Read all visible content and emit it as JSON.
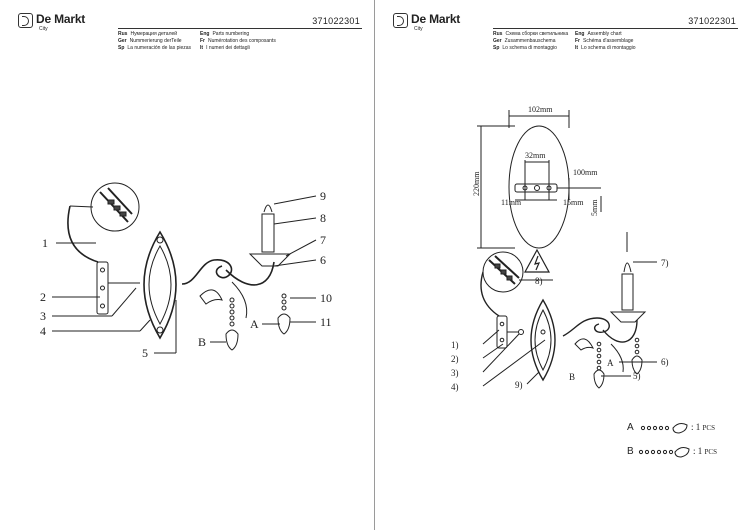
{
  "brand": {
    "name": "De Markt",
    "sub": "City"
  },
  "article": "371022301",
  "left_header": [
    {
      "code": "Rus",
      "text": "Нумерация деталей"
    },
    {
      "code": "Ger",
      "text": "Nummerierung derTeile"
    },
    {
      "code": "Sp",
      "text": "La numeración de las piezas"
    },
    {
      "code": "Eng",
      "text": "Parts numbering"
    },
    {
      "code": "Fr",
      "text": "Numérotation des composants"
    },
    {
      "code": "It",
      "text": "I numeri dei dettagli"
    }
  ],
  "right_header": [
    {
      "code": "Rus",
      "text": "Схема сборки светильника"
    },
    {
      "code": "Ger",
      "text": "Zusammenbauschema"
    },
    {
      "code": "Sp",
      "text": "Lo schema di montaggio"
    },
    {
      "code": "Eng",
      "text": "Assembly chart"
    },
    {
      "code": "Fr",
      "text": "Schéma d'assemblage"
    },
    {
      "code": "It",
      "text": "Lo schema di montaggio"
    }
  ],
  "parts_labels": {
    "p1": "1",
    "p2": "2",
    "p3": "3",
    "p4": "4",
    "p5": "5",
    "p6": "6",
    "p7": "7",
    "p8": "8",
    "p9": "9",
    "p10": "10",
    "p11": "11",
    "a": "A",
    "b": "B"
  },
  "assembly_labels": {
    "p1": "1)",
    "p2": "2)",
    "p3": "3)",
    "p4": "4)",
    "p5": "5)",
    "p6": "6)",
    "p7": "7)",
    "p8": "8)",
    "p9": "9)",
    "a": "A",
    "b": "B"
  },
  "dimensions": {
    "width": "102mm",
    "height": "220mm",
    "inner": "32mm",
    "depth": "100mm",
    "left_off": "11mm",
    "right_off": "15mm",
    "small": "5mm"
  },
  "legend": [
    {
      "letter": "A",
      "qty": ": 1",
      "unit": "PCS"
    },
    {
      "letter": "B",
      "qty": ": 1",
      "unit": "PCS"
    }
  ]
}
